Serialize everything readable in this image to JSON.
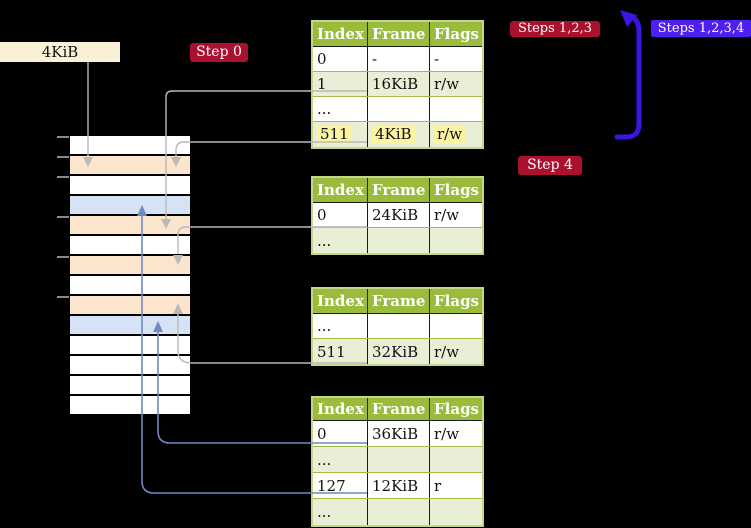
{
  "colors": {
    "header_green": "#9bbb3c",
    "row_green": "#e9efd6",
    "row_border": "#a4ba48",
    "outer_border": "#c4d688",
    "grid_dark": "#1b1b1b",
    "orange": "#fce5cd",
    "pale_blue": "#d6e3f4",
    "beige": "#faf0d5",
    "badge_red": "#a9112f",
    "badge_violet": "#4f1ff0",
    "arrow_violet": "#3c14e4",
    "line_gray": "#b9b9b9",
    "line_blue": "#7189bf",
    "highlight_yellow": "#fcf3a2",
    "tick_gray": "#8a8a8a"
  },
  "frame_box": {
    "label": "4KiB"
  },
  "badges": {
    "step0": "Step 0",
    "steps123": "Steps 1,2,3",
    "steps1234": "Steps 1,2,3,4",
    "step4": "Step 4"
  },
  "memory_strip": {
    "row_fills": [
      "white",
      "orange",
      "white",
      "blue",
      "orange",
      "white",
      "orange",
      "white",
      "orange",
      "blue",
      "white",
      "white",
      "white",
      "white"
    ]
  },
  "page_tables": [
    {
      "headers": [
        "Index",
        "Frame",
        "Flags"
      ],
      "rows": [
        {
          "index": "0",
          "frame": "-",
          "flags": "-"
        },
        {
          "index": "1",
          "frame": "16KiB",
          "flags": "r/w"
        },
        {
          "index": "...",
          "frame": "",
          "flags": ""
        },
        {
          "index": "511",
          "frame": "4KiB",
          "flags": "r/w"
        }
      ]
    },
    {
      "headers": [
        "Index",
        "Frame",
        "Flags"
      ],
      "rows": [
        {
          "index": "0",
          "frame": "24KiB",
          "flags": "r/w"
        },
        {
          "index": "...",
          "frame": "",
          "flags": ""
        }
      ]
    },
    {
      "headers": [
        "Index",
        "Frame",
        "Flags"
      ],
      "rows": [
        {
          "index": "...",
          "frame": "",
          "flags": ""
        },
        {
          "index": "511",
          "frame": "32KiB",
          "flags": "r/w"
        }
      ]
    },
    {
      "headers": [
        "Index",
        "Frame",
        "Flags"
      ],
      "rows": [
        {
          "index": "0",
          "frame": "36KiB",
          "flags": "r/w"
        },
        {
          "index": "...",
          "frame": "",
          "flags": ""
        },
        {
          "index": "127",
          "frame": "12KiB",
          "flags": "r"
        },
        {
          "index": "...",
          "frame": "",
          "flags": ""
        }
      ]
    }
  ]
}
